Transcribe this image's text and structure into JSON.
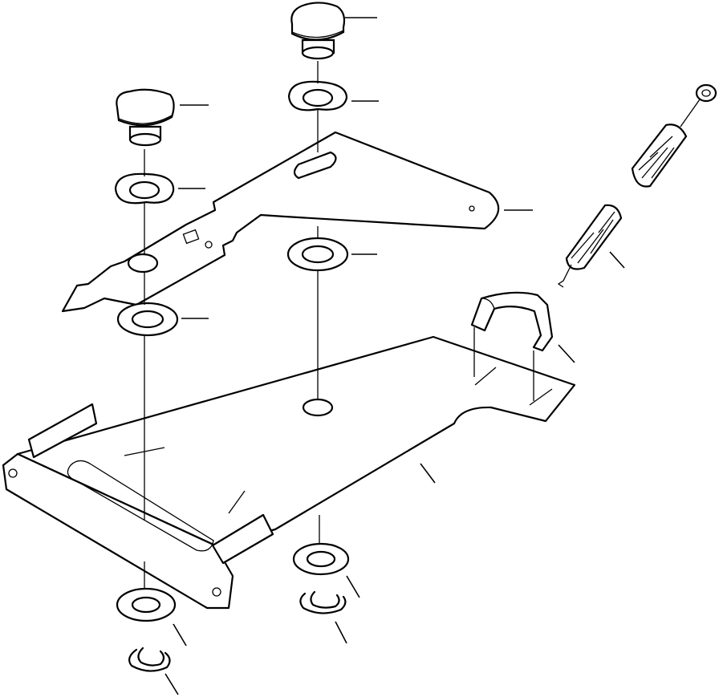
{
  "diagram": {
    "title": "",
    "callout_labels": [],
    "parts": [
      {
        "name": "knob-top",
        "label": ""
      },
      {
        "name": "knob-left",
        "label": ""
      },
      {
        "name": "washer",
        "label": ""
      },
      {
        "name": "lever-bracket",
        "label": ""
      },
      {
        "name": "base-plate",
        "label": ""
      },
      {
        "name": "spring",
        "label": ""
      },
      {
        "name": "clip",
        "label": ""
      },
      {
        "name": "snap-ring",
        "label": ""
      }
    ],
    "colors": {
      "line": "#000000",
      "background": "#ffffff"
    }
  }
}
